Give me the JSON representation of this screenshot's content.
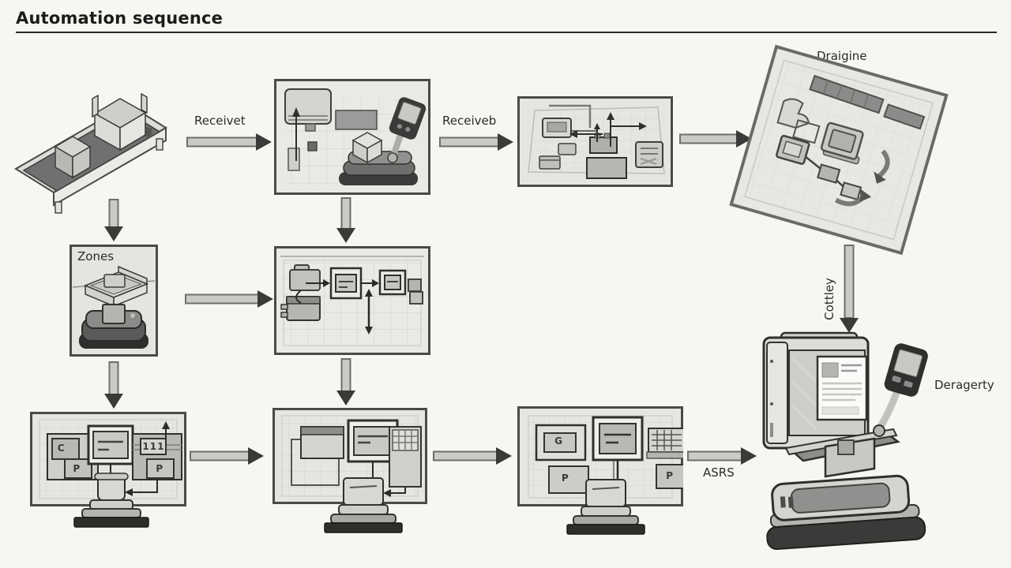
{
  "title": "Automation sequence",
  "labels": {
    "receive_top": "Receivet",
    "receive_mid": "Receiveb",
    "map": "Draigine",
    "zones": "Zones",
    "map_down": "Cottley",
    "asrs": "ASRS",
    "workstation": "Deragerty"
  },
  "panel_letters": {
    "a": [
      "C",
      "P",
      "111",
      "P"
    ],
    "c": [
      "G",
      "P",
      "P"
    ]
  },
  "colors": {
    "background": "#f7f6f3",
    "ink": "#2b2b28",
    "arrow_fill": "#cbcac6",
    "arrow_head": "#3a3a38",
    "panel_fill": "#e7e6e3",
    "panel_border": "#4a4a47"
  }
}
